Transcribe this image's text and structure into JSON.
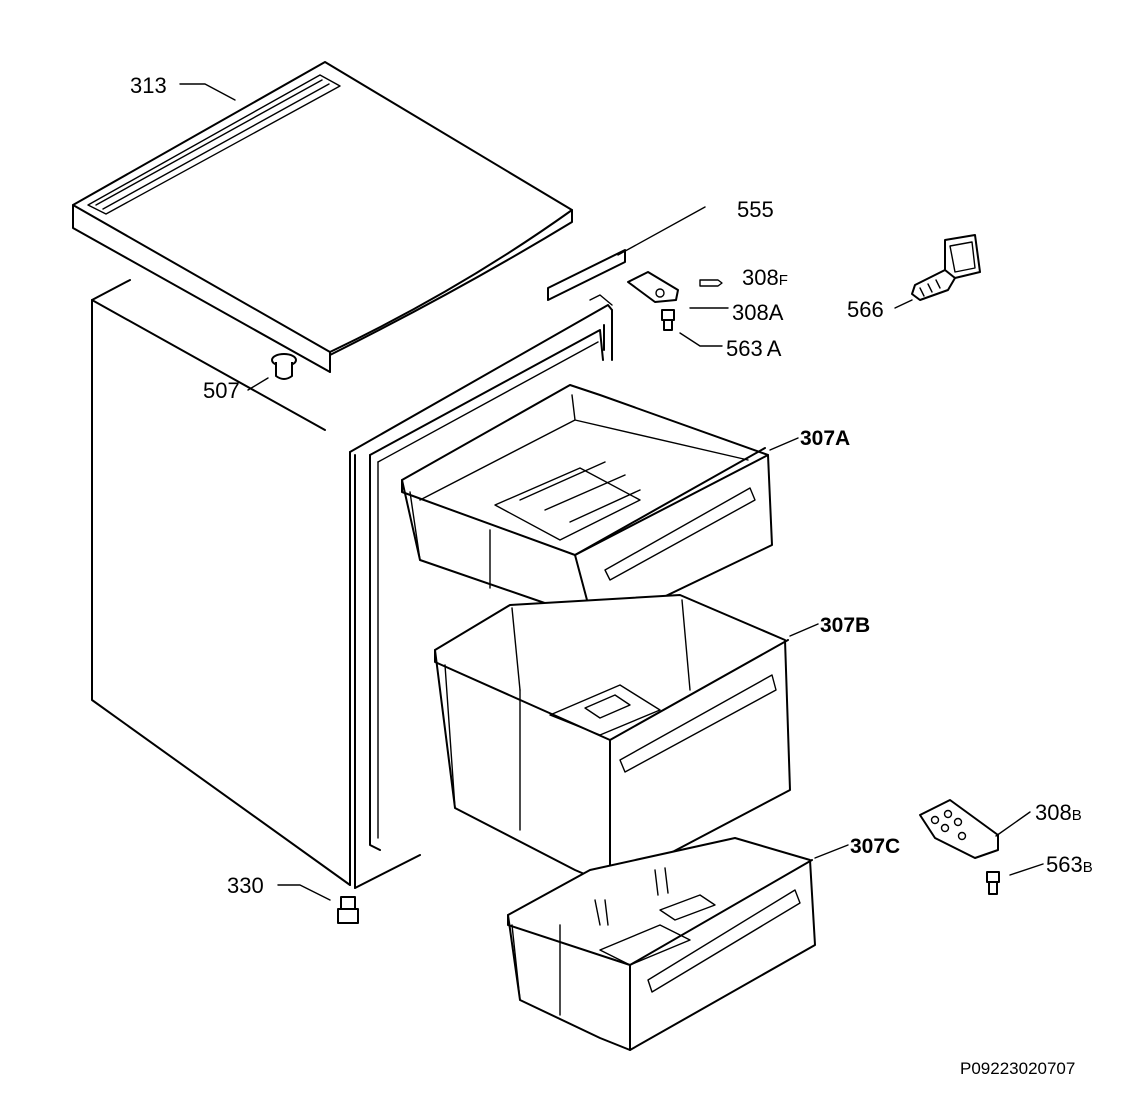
{
  "callouts": {
    "p313": "313",
    "p555": "555",
    "p308f_num": "308",
    "p308f_suffix": "F",
    "p308a_num": "308",
    "p308a_suffix": "A",
    "p563a_num": "563",
    "p563a_suffix": "A",
    "p566": "566",
    "p507": "507",
    "p307a": "307A",
    "p307b": "307B",
    "p307c": "307C",
    "p308b_num": "308",
    "p308b_suffix": "B",
    "p563b_num": "563",
    "p563b_suffix": "B",
    "p330": "330"
  },
  "reference": "P09223020707"
}
